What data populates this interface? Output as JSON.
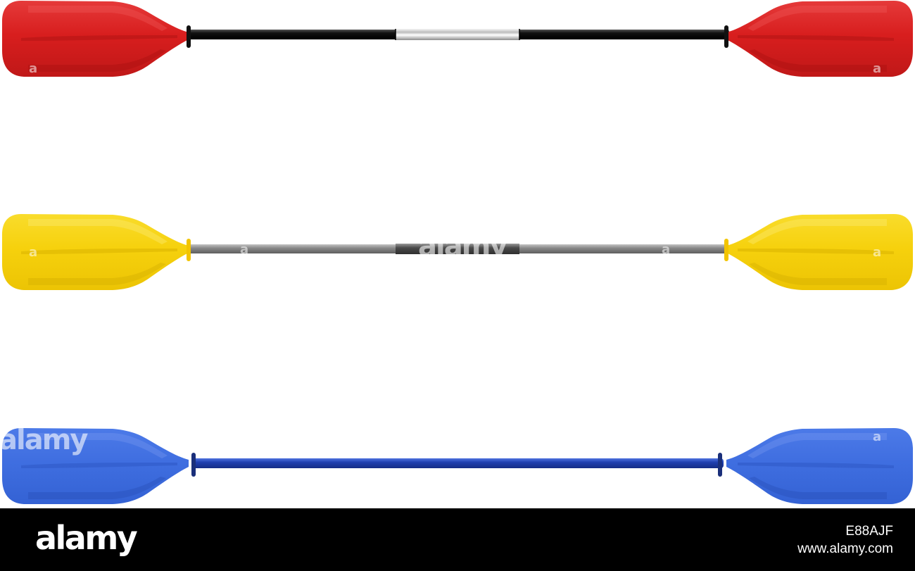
{
  "colors": {
    "background": "#ffffff",
    "footer": "#000000",
    "footer_text": "#ffffff"
  },
  "paddles": [
    {
      "name": "red-paddle",
      "blade_color": "#d81e1e",
      "blade_dark": "#b31414",
      "shaft_color": "#111111",
      "shaft_center": "silver",
      "collar_color": "#111111"
    },
    {
      "name": "yellow-paddle",
      "blade_color": "#f6d10d",
      "blade_dark": "#e0b800",
      "shaft_color": "#8a8a8a",
      "shaft_center": "dark-grey",
      "collar_color": "#f2c400"
    },
    {
      "name": "blue-paddle",
      "blade_color": "#3f6ee0",
      "blade_dark": "#2e57c4",
      "shaft_color": "#1f3fb0",
      "shaft_center": "none",
      "collar_color": "#1a2f7a"
    }
  ],
  "watermarks": {
    "glyph": "a",
    "logo_text": "alamy"
  },
  "footer": {
    "logo": "alamy",
    "image_id": "E88AJF",
    "url": "www.alamy.com"
  }
}
